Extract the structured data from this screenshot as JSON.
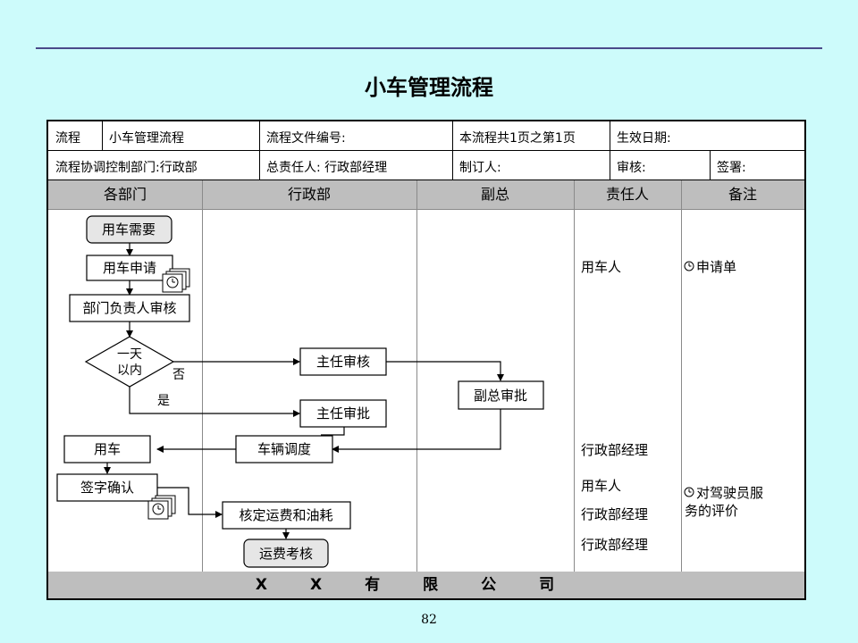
{
  "title": "小车管理流程",
  "page_number": "82",
  "header": {
    "row1": {
      "process_label": "流程",
      "process_name": "小车管理流程",
      "doc_no_label": "流程文件编号:",
      "pages": "本流程共1页之第1页",
      "effective_date_label": "生效日期:"
    },
    "row2": {
      "dept_label": "流程协调控制部门:行政部",
      "owner_label": "总责任人: 行政部经理",
      "author_label": "制订人:",
      "review_label": "审核:",
      "sign_label": "签署:"
    }
  },
  "lanes": [
    "各部门",
    "行政部",
    "副总",
    "责任人",
    "备注"
  ],
  "nodes": {
    "need_car": "用车需要",
    "apply_car": "用车申请",
    "dept_head_review": "部门负责人审核",
    "within_day_line1": "一天",
    "within_day_line2": "以内",
    "director_review": "主任审核",
    "vp_approve": "副总审批",
    "director_approve": "主任审批",
    "dispatch": "车辆调度",
    "use_car": "用车",
    "sign_confirm": "签字确认",
    "verify_cost": "核定运费和油耗",
    "cost_assess": "运费考核"
  },
  "labels": {
    "no": "否",
    "yes": "是"
  },
  "responsible": {
    "r1": "用车人",
    "r2": "行政部经理",
    "r3": "用车人",
    "r4": "行政部经理",
    "r5": "行政部经理"
  },
  "notes": {
    "n1": "申请单",
    "n2_line1": "对驾驶员服",
    "n2_line2": "务的评价"
  },
  "footer": "XX有限公司",
  "colors": {
    "background": "#cdfbfb",
    "lane_header": "#bebebe",
    "terminal_fill": "#e6e6e6"
  }
}
